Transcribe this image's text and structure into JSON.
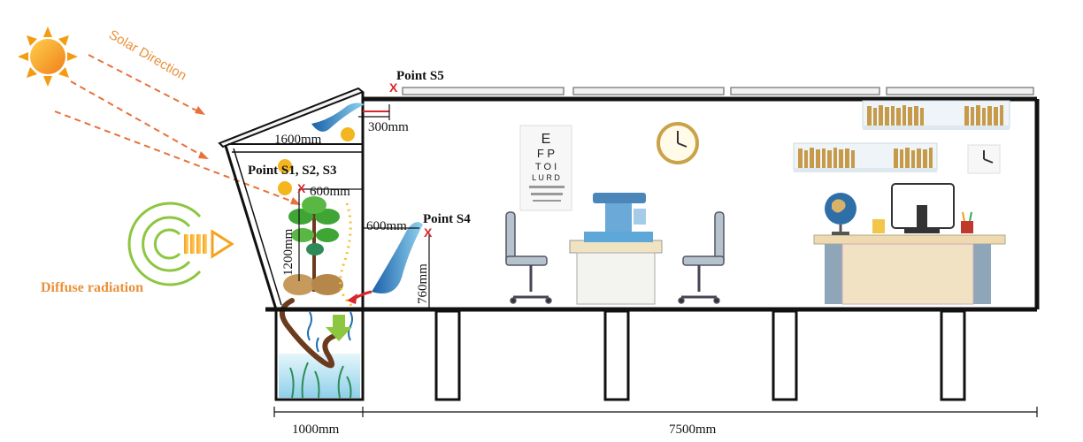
{
  "labels": {
    "solar_direction": "Solar Direction",
    "diffuse_radiation": "Diffuse radiation",
    "point_s5": "Point S5",
    "point_s123": "Point S1, S2, S3",
    "point_s4": "Point S4",
    "dim_300": "300mm",
    "dim_1600": "1600mm",
    "dim_600_top": "600mm",
    "dim_600_left": "600mm",
    "dim_1200": "1200mm",
    "dim_760": "760mm",
    "dim_1000": "1000mm",
    "dim_7500": "7500mm",
    "marker": "X"
  },
  "eye_chart": {
    "rows": [
      "E",
      "F P",
      "T O I",
      "L U R D"
    ]
  },
  "colors": {
    "solar_arrow": "#e8713a",
    "sun": "#f39c12",
    "diffuse": "#8dc63f",
    "marker": "#d9262c",
    "airflow": "#1f6fb2",
    "outline": "#111111",
    "water": "#9fd8ef"
  }
}
